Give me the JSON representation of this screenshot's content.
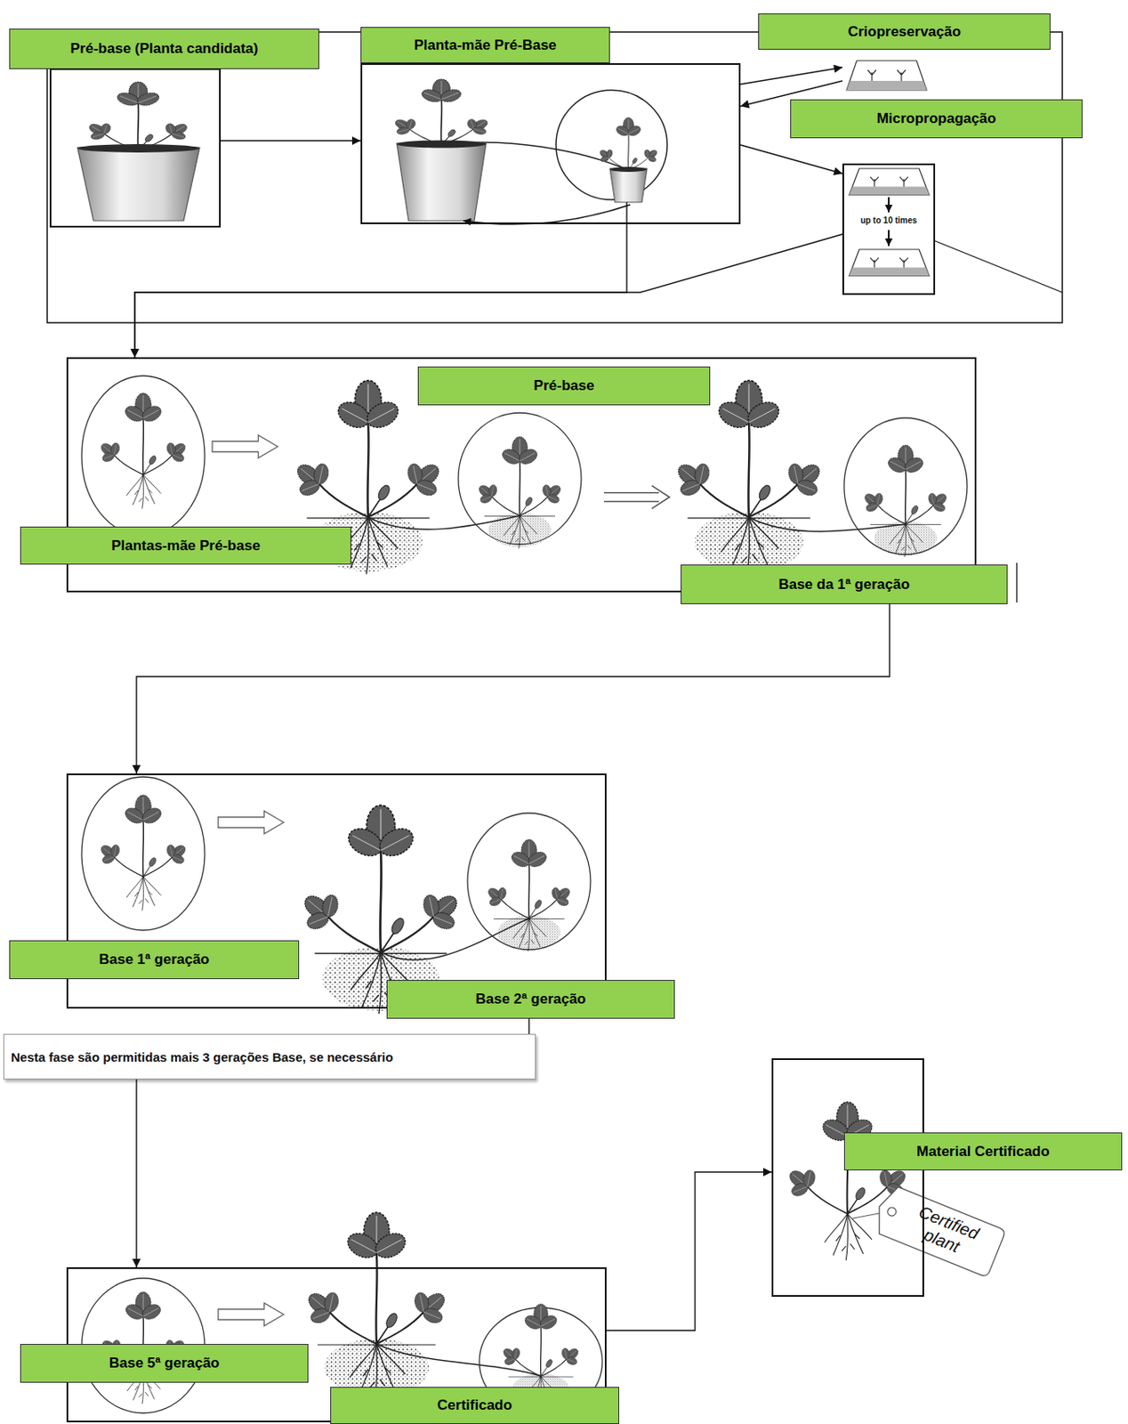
{
  "diagram": {
    "nodes": [
      {
        "text": [
          "Pré-base (Planta candidata)"
        ]
      },
      {
        "text": [
          "Planta-mãe Pré-Base"
        ]
      },
      {
        "text": [
          "Criopreservação"
        ]
      },
      {
        "text": [
          "Micropropagação"
        ]
      },
      {
        "text": [
          "Pré-base",
          "Plantas-mãe Pré-base",
          "Base da 1ª geração"
        ]
      },
      {
        "text": [
          "Base 1ª geração",
          "Base 2ª geração"
        ]
      },
      {
        "text": [
          "Nesta fase são permitidas mais 3 gerações Base, se necessário"
        ]
      },
      {
        "text": [
          "Base 5ª geração",
          "Certificado"
        ]
      },
      {
        "text": [
          "Material Certificado"
        ]
      }
    ],
    "edges": [
      {
        "from": 0,
        "to": 1,
        "arrow": "to"
      },
      {
        "from": 1,
        "to": 2,
        "arrow": "to"
      },
      {
        "from": 2,
        "to": 1,
        "arrow": "to"
      },
      {
        "from": 1,
        "to": 3,
        "arrow": "to"
      },
      {
        "from": 1,
        "to": 4,
        "arrow": "to"
      },
      {
        "from": 3,
        "to": 4,
        "arrow": "to"
      },
      {
        "from": 4,
        "to": 5,
        "arrow": "to"
      },
      {
        "from": 5,
        "to": 6,
        "arrow": "none"
      },
      {
        "from": 6,
        "to": 7,
        "arrow": "to"
      },
      {
        "from": 7,
        "to": 8,
        "arrow": "to"
      }
    ],
    "labels": [
      "up to 10 times",
      "Certified plant"
    ]
  }
}
